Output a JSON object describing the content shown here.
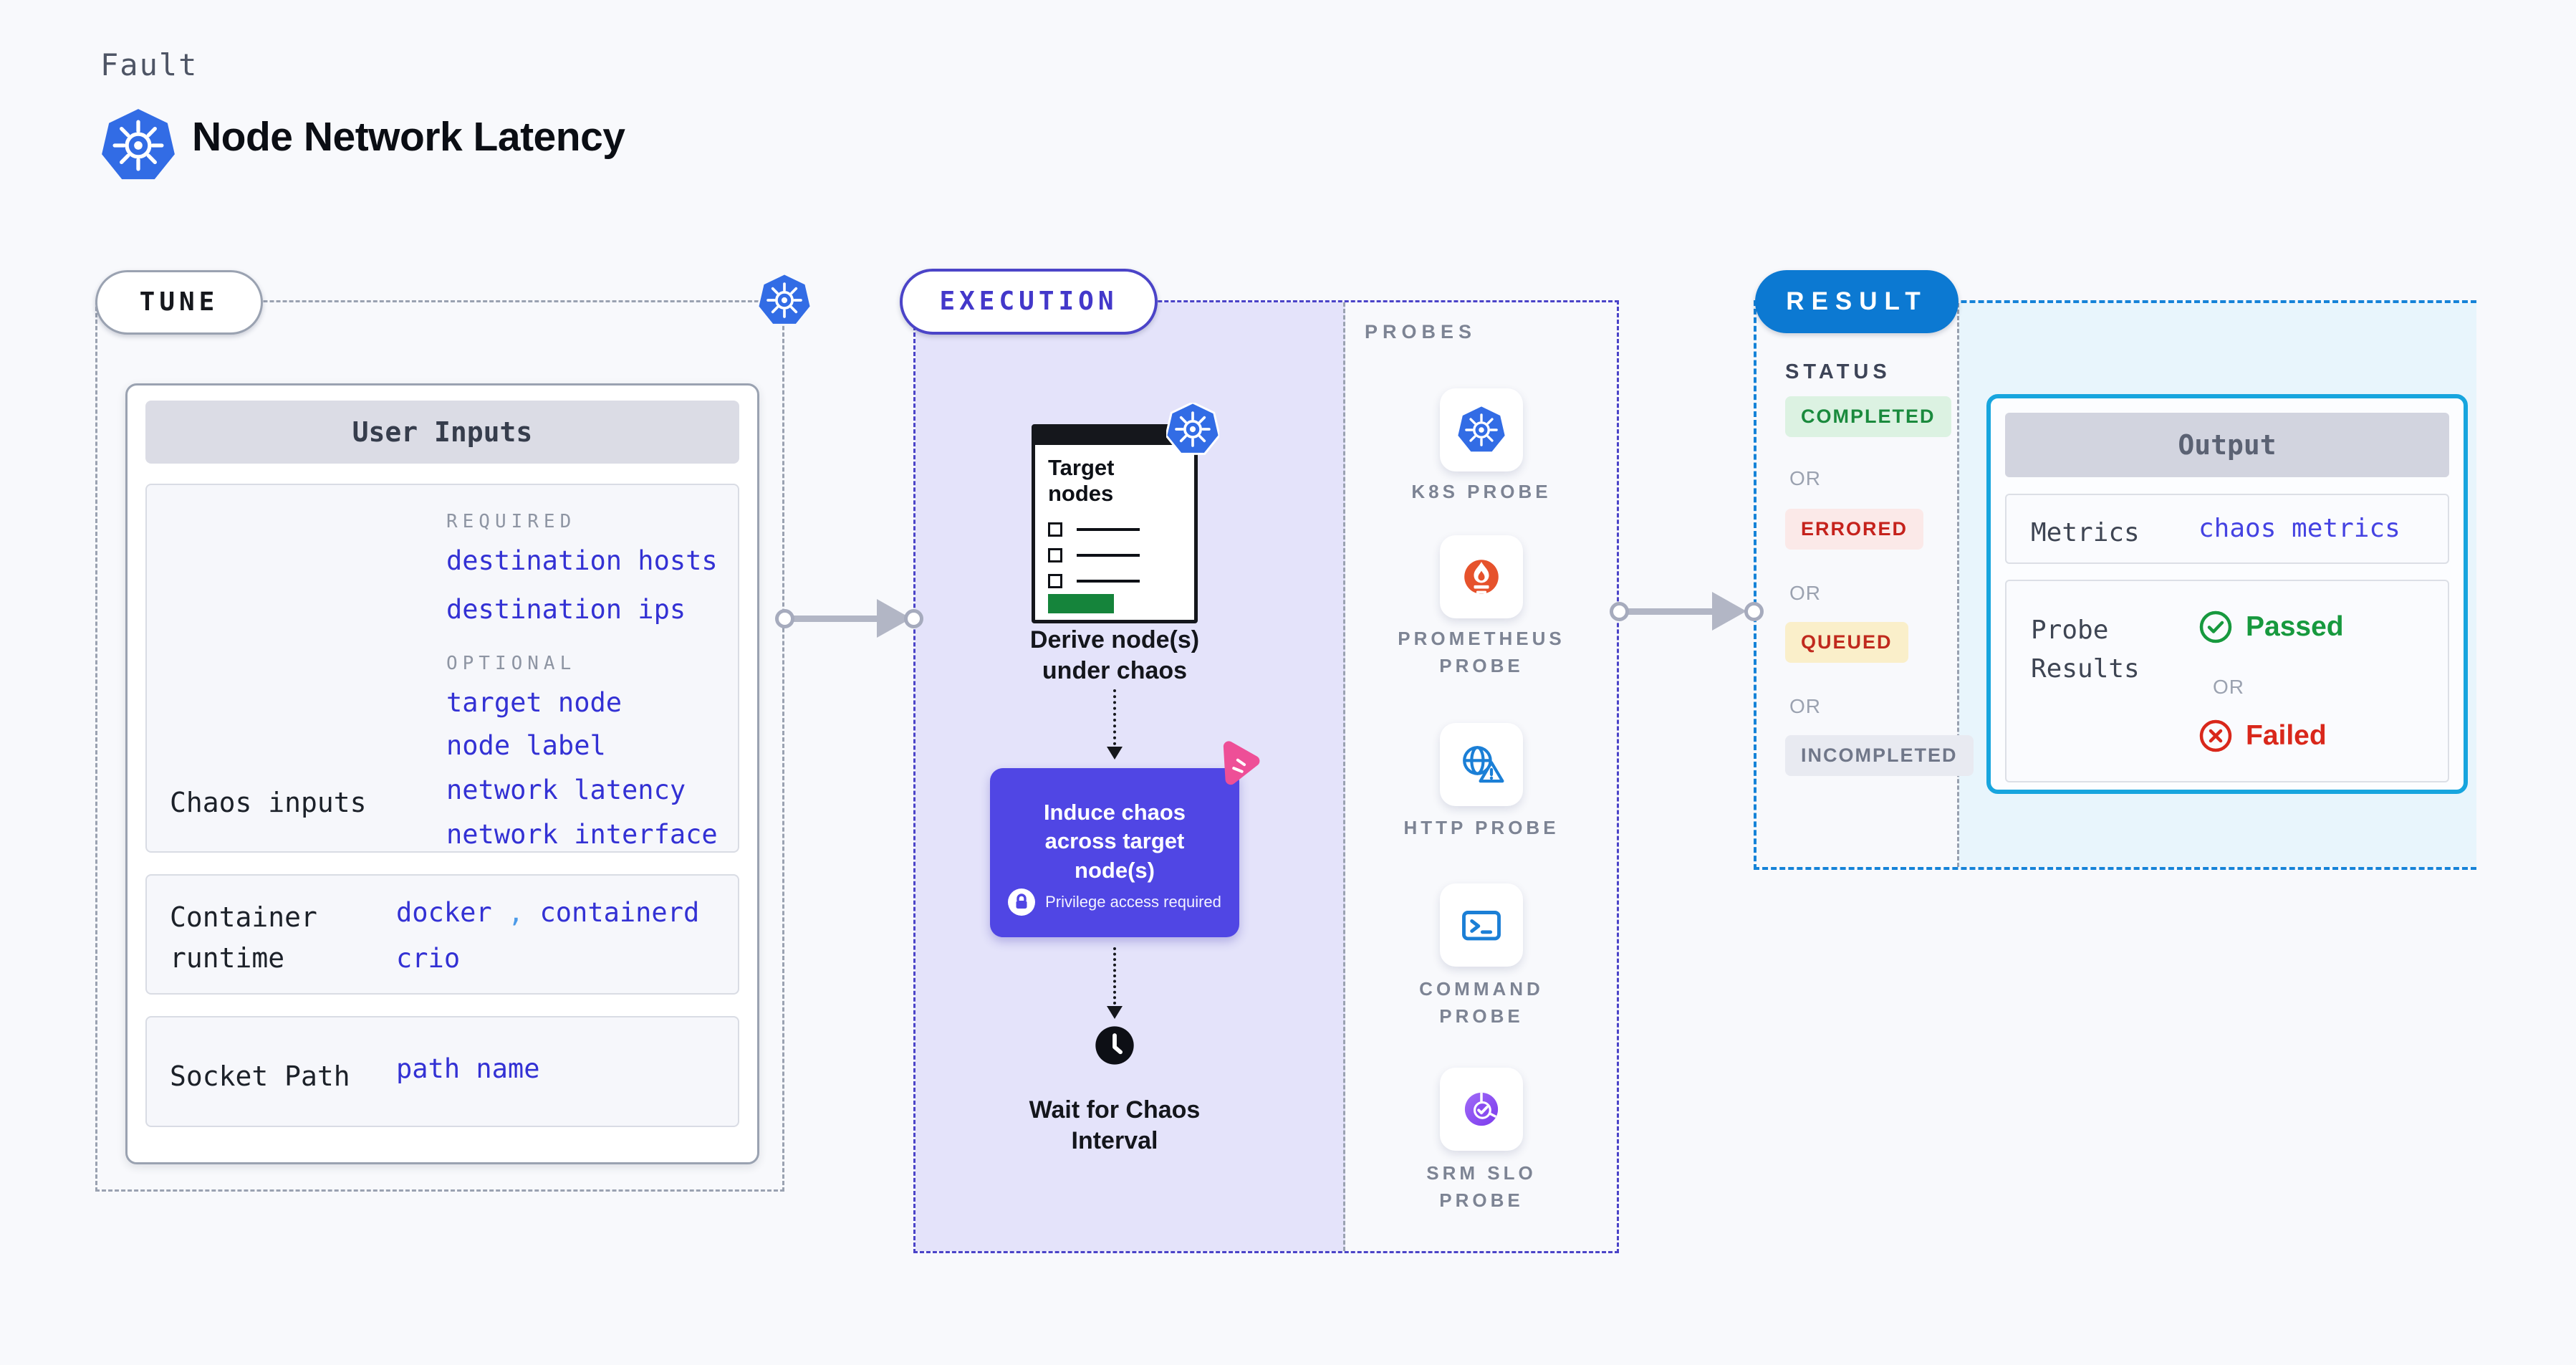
{
  "header": {
    "eyebrow": "Fault",
    "title": "Node Network Latency"
  },
  "tune": {
    "pill": "TUNE",
    "card_title": "User Inputs",
    "chaos_row_label": "Chaos inputs",
    "required_heading": "REQUIRED",
    "required_links": [
      "destination hosts",
      "destination ips"
    ],
    "optional_heading": "OPTIONAL",
    "optional_links": [
      "target node",
      "node label",
      "network latency",
      "network interface"
    ],
    "runtime_label": "Container runtime",
    "runtime_value_1": "docker",
    "runtime_comma": ",",
    "runtime_value_2": "containerd",
    "runtime_value_3": "crio",
    "socket_label": "Socket Path",
    "socket_value": "path name"
  },
  "execution": {
    "pill": "EXECUTION",
    "target_card_title": "Target nodes",
    "step1": "Derive node(s) under chaos",
    "step2": "Induce chaos across target node(s)",
    "privilege_note": "Privilege access required",
    "step3": "Wait for Chaos Interval"
  },
  "probes": {
    "heading": "PROBES",
    "items": [
      {
        "icon": "kubernetes-icon",
        "label": "K8S PROBE"
      },
      {
        "icon": "prometheus-icon",
        "label": "PROMETHEUS PROBE"
      },
      {
        "icon": "http-icon",
        "label": "HTTP PROBE"
      },
      {
        "icon": "command-icon",
        "label": "COMMAND PROBE"
      },
      {
        "icon": "srm-slo-icon",
        "label": "SRM SLO PROBE"
      }
    ]
  },
  "result": {
    "pill": "RESULT",
    "status_heading": "STATUS",
    "or_label": "OR",
    "statuses": [
      {
        "label": "COMPLETED",
        "fg": "#1a8a3d",
        "bg": "#dcf2e2"
      },
      {
        "label": "ERRORED",
        "fg": "#c5221c",
        "bg": "#fbe9e8"
      },
      {
        "label": "QUEUED",
        "fg": "#c02a1e",
        "bg": "#faefca"
      },
      {
        "label": "INCOMPLETED",
        "fg": "#707789",
        "bg": "#e8eaf1"
      }
    ],
    "output": {
      "title": "Output",
      "metrics_label": "Metrics",
      "metrics_link": "chaos metrics",
      "probe_results_label": "Probe Results",
      "passed": "Passed",
      "or_label": "OR",
      "failed": "Failed"
    }
  },
  "colors": {
    "kubernetes_blue": "#326ce5",
    "execution_indigo": "#4b44c8",
    "induce_box_indigo": "#5046e4",
    "litmus_pink": "#ee4f97",
    "result_blue": "#0c79d2",
    "output_border_cyan": "#17a5de",
    "link_indigo": "#3331d4",
    "passed_green": "#17993e",
    "failed_red": "#d9271b",
    "execution_bg_lavender": "#e4e3fa",
    "result_bg_cyan": "#e8f5fc"
  }
}
